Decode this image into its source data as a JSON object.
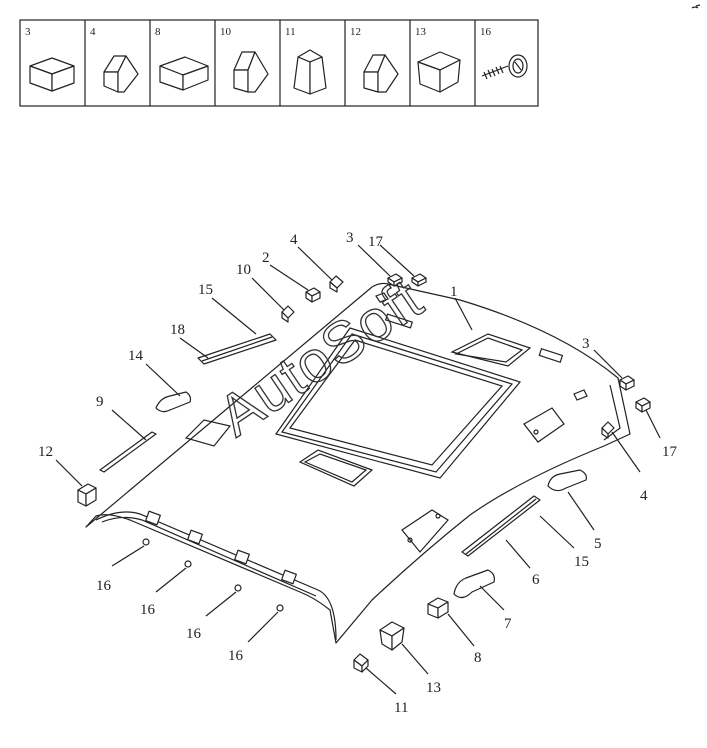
{
  "legend_numbers": [
    "3",
    "4",
    "8",
    "10",
    "11",
    "12",
    "13",
    "16"
  ],
  "callouts": {
    "c1": "1",
    "c2": "2",
    "c3a": "3",
    "c3b": "3",
    "c4a": "4",
    "c4b": "4",
    "c5": "5",
    "c6": "6",
    "c7": "7",
    "c8": "8",
    "c9": "9",
    "c10": "10",
    "c11": "11",
    "c12": "12",
    "c13": "13",
    "c14": "14",
    "c15a": "15",
    "c15b": "15",
    "c16a": "16",
    "c16b": "16",
    "c16c": "16",
    "c16d": "16",
    "c17a": "17",
    "c17b": "17",
    "c18": "18"
  },
  "watermark": "AutoSoft"
}
